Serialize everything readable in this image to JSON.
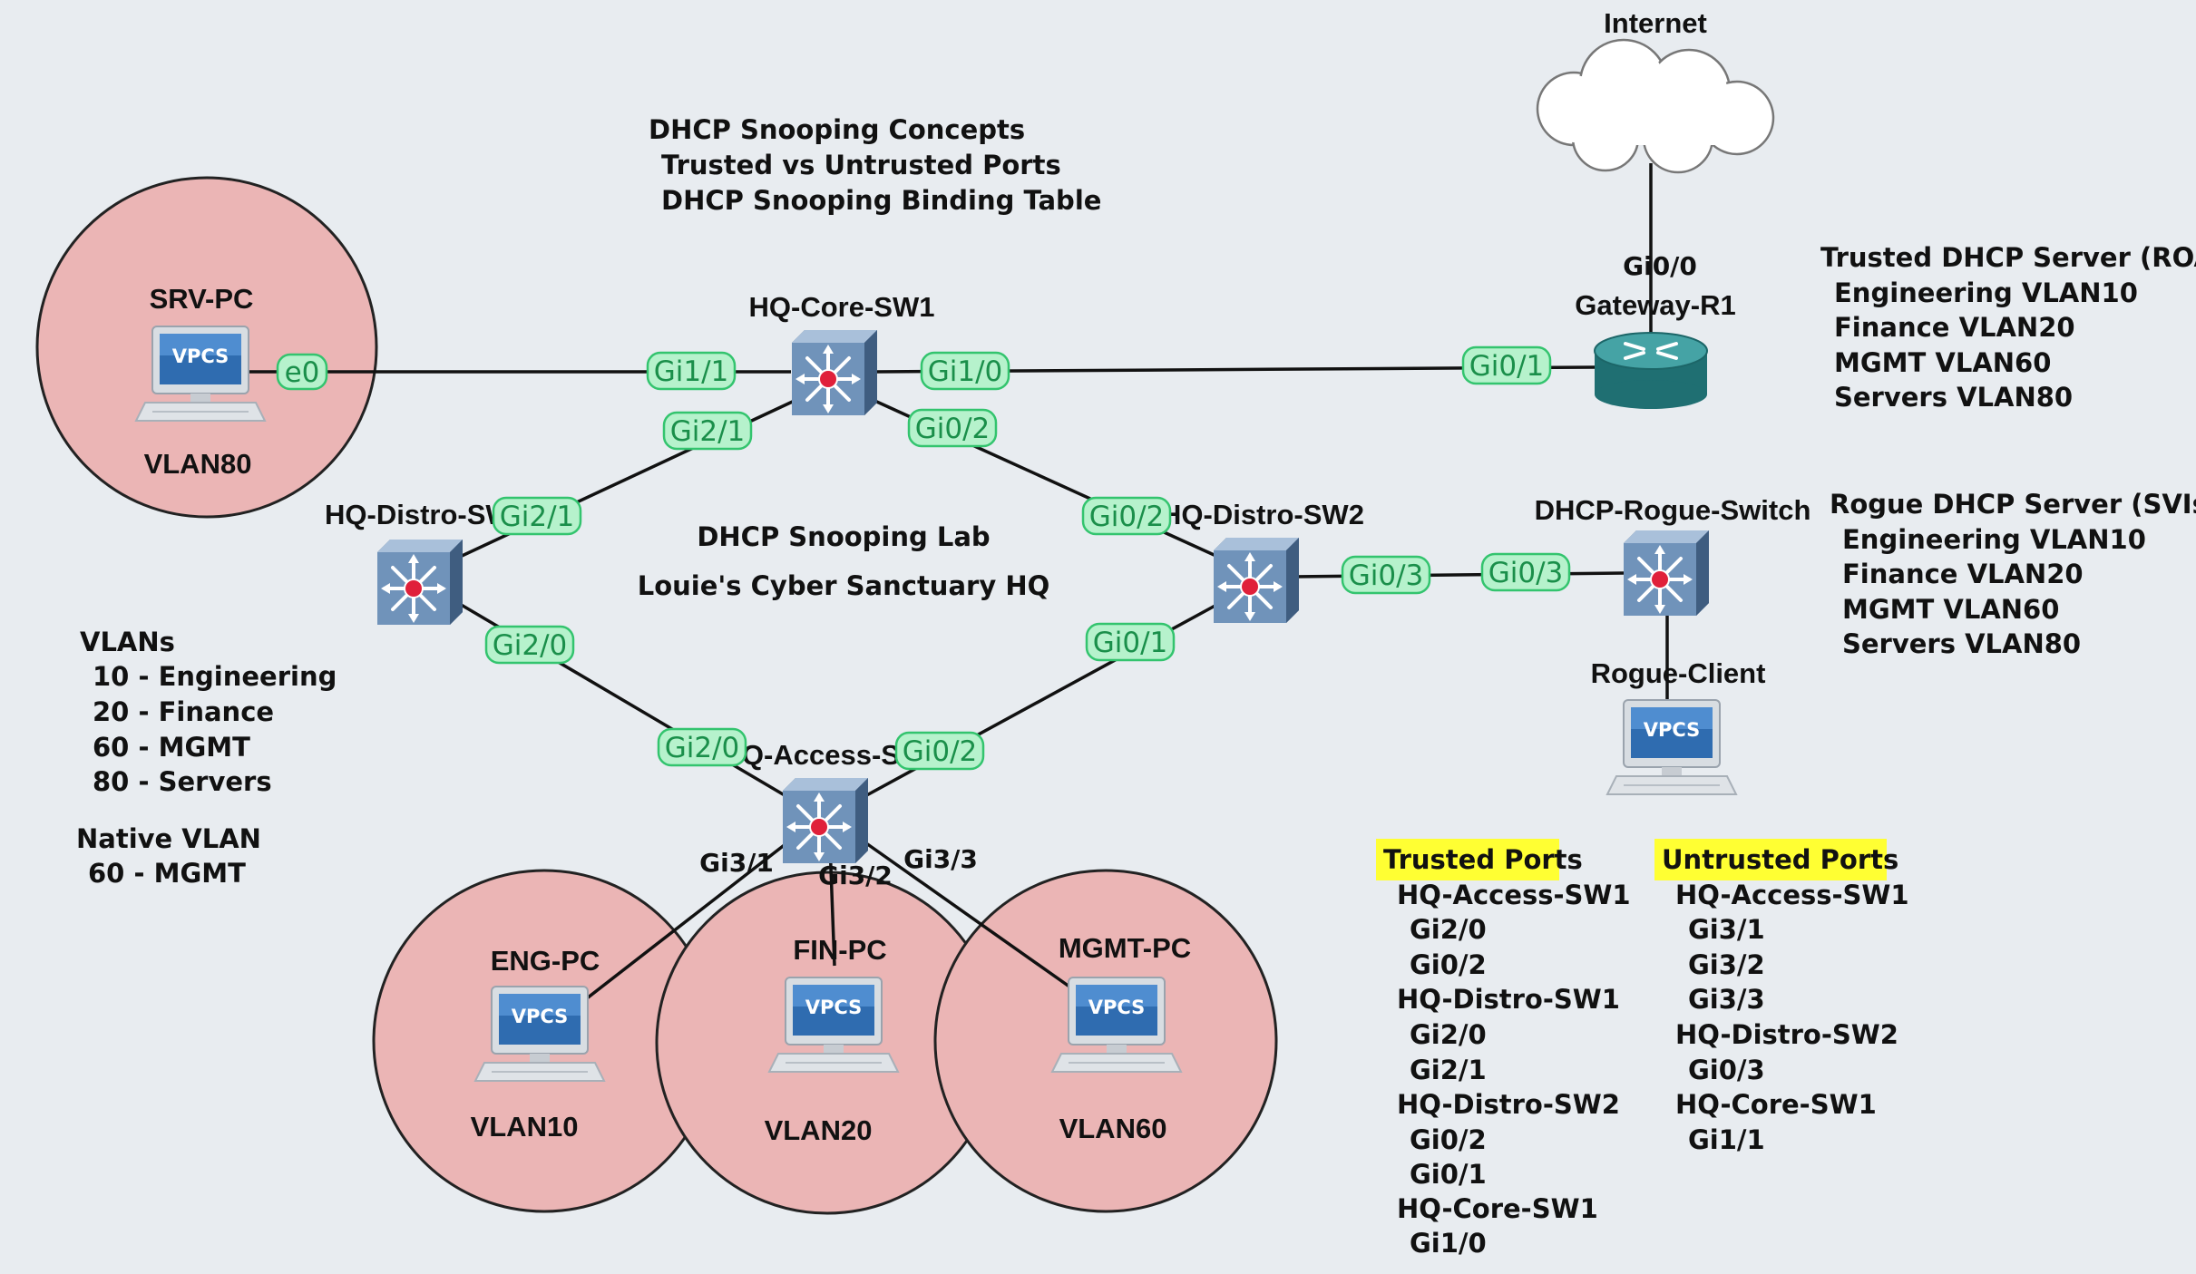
{
  "title_block": {
    "line1": "DHCP Snooping Concepts",
    "line2": "Trusted vs Untrusted Ports",
    "line3": "DHCP Snooping Binding Table"
  },
  "center_block": {
    "line1": "DHCP Snooping Lab",
    "line2": "Louie's Cyber Sanctuary HQ"
  },
  "internet": {
    "label": "Internet"
  },
  "devices": {
    "core": "HQ-Core-SW1",
    "distro1": "HQ-Distro-SW1",
    "distro2": "HQ-Distro-SW2",
    "access": "HQ-Access-SW1",
    "gateway": "Gateway-R1",
    "rogue_switch": "DHCP-Rogue-Switch",
    "rogue_client": "Rogue-Client",
    "srv_pc": "SRV-PC",
    "eng_pc": "ENG-PC",
    "fin_pc": "FIN-PC",
    "mgmt_pc": "MGMT-PC",
    "vpcs": "VPCS"
  },
  "zones": {
    "srv": "VLAN80",
    "eng": "VLAN10",
    "fin": "VLAN20",
    "mgmt": "VLAN60"
  },
  "ports": {
    "srv_e0": "e0",
    "core_gi1_1": "Gi1/1",
    "core_gi1_0": "Gi1/0",
    "core_gi2_1": "Gi2/1",
    "core_gi0_2": "Gi0/2",
    "gw_gi0_1": "Gi0/1",
    "gw_gi0_0": "Gi0/0",
    "d1_gi2_1": "Gi2/1",
    "d1_gi2_0": "Gi2/0",
    "d2_gi0_2": "Gi0/2",
    "d2_gi0_3": "Gi0/3",
    "d2_gi0_1": "Gi0/1",
    "rogue_gi0_3": "Gi0/3",
    "acc_gi2_0": "Gi2/0",
    "acc_gi0_2": "Gi0/2",
    "acc_gi3_1": "Gi3/1",
    "acc_gi3_2": "Gi3/2",
    "acc_gi3_3": "Gi3/3"
  },
  "vlans": {
    "title": "VLANs",
    "items": [
      "10 - Engineering",
      "20 - Finance",
      "60 - MGMT",
      "80 - Servers"
    ],
    "native_title": "Native VLAN",
    "native_value": "60 - MGMT"
  },
  "trusted_server": {
    "title": "Trusted DHCP Server (ROAS)",
    "items": [
      "Engineering VLAN10",
      "Finance VLAN20",
      "MGMT VLAN60",
      "Servers VLAN80"
    ]
  },
  "rogue_server": {
    "title": "Rogue DHCP Server (SVIs)",
    "items": [
      "Engineering VLAN10",
      "Finance VLAN20",
      "MGMT VLAN60",
      "Servers VLAN80"
    ]
  },
  "trusted_ports": {
    "title": "Trusted Ports",
    "lines": [
      "HQ-Access-SW1",
      "Gi2/0",
      "Gi0/2",
      "HQ-Distro-SW1",
      "Gi2/0",
      "Gi2/1",
      "HQ-Distro-SW2",
      "Gi0/2",
      "Gi0/1",
      "HQ-Core-SW1",
      "Gi1/0"
    ]
  },
  "untrusted_ports": {
    "title": "Untrusted Ports",
    "lines": [
      "HQ-Access-SW1",
      "Gi3/1",
      "Gi3/2",
      "Gi3/3",
      "HQ-Distro-SW2",
      "Gi0/3",
      "HQ-Core-SW1",
      "Gi1/1"
    ]
  },
  "colors": {
    "background": "#e8ecf0",
    "zone_fill": "#ebb5b5",
    "port_fill": "#b6f2cc",
    "port_stroke": "#33c46e",
    "highlight": "#ffff33",
    "switch_blue": "#6f8fb3",
    "router_teal": "#2f8a8c"
  }
}
